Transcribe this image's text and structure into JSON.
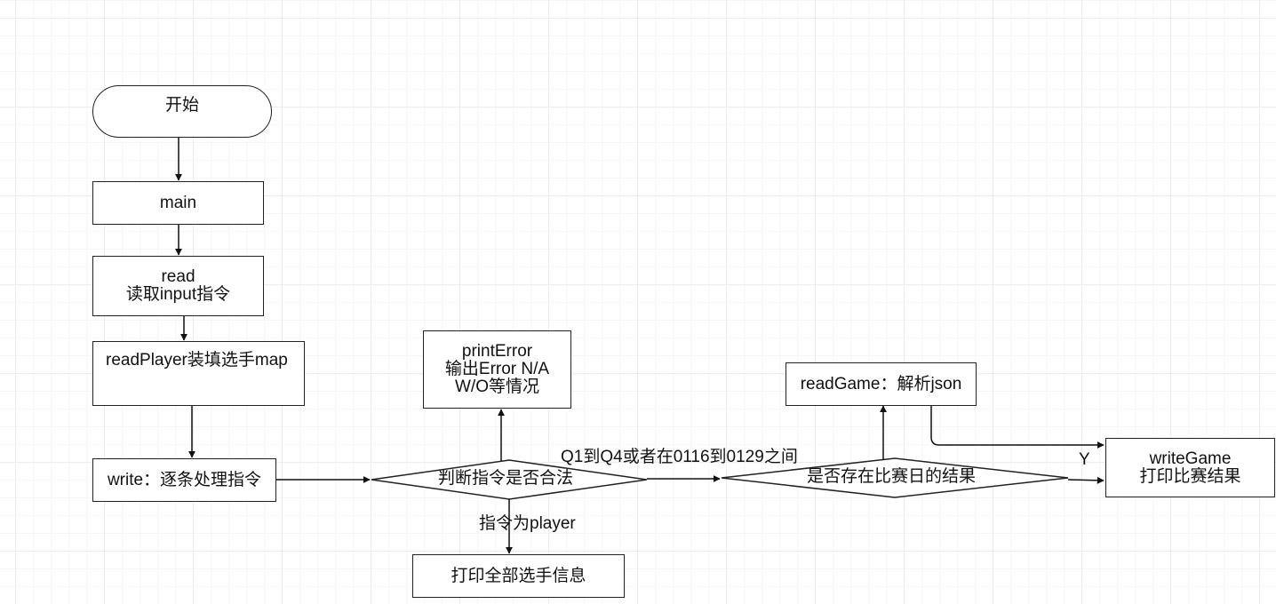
{
  "nodes": {
    "start": {
      "lines": [
        "开始"
      ]
    },
    "main": {
      "lines": [
        "main"
      ]
    },
    "read": {
      "lines": [
        "read",
        "读取input指令"
      ]
    },
    "read_player": {
      "lines": [
        "readPlayer装填选手map"
      ]
    },
    "write": {
      "lines": [
        "write：逐条处理指令"
      ]
    },
    "check_command": {
      "lines": [
        "判断指令是否合法"
      ]
    },
    "print_error": {
      "lines": [
        "printError",
        "输出Error N/A",
        "W/O等情况"
      ]
    },
    "print_players": {
      "lines": [
        "打印全部选手信息"
      ]
    },
    "check_result": {
      "lines": [
        "是否存在比赛日的结果"
      ]
    },
    "read_game": {
      "lines": [
        "readGame：解析json"
      ]
    },
    "write_game": {
      "lines": [
        "writeGame",
        "打印比赛结果"
      ]
    }
  },
  "edge_labels": {
    "to_check_result": "Q1到Q4或者在0116到0129之间",
    "to_print_players": "指令为player",
    "yes": "Y"
  },
  "colors": {
    "stroke": "#222222",
    "grid_major": "#ebebeb",
    "grid_minor": "#f6f6f6",
    "background": "#ffffff"
  }
}
